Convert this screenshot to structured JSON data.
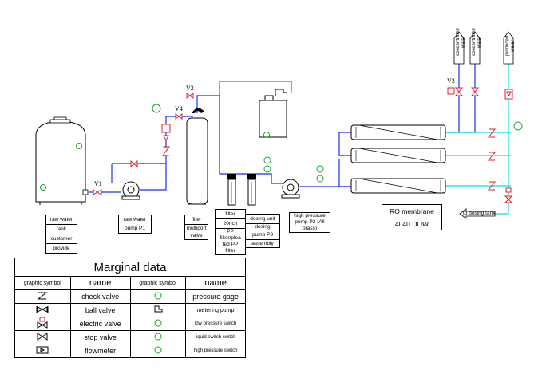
{
  "equipment": {
    "raw_water_tank": [
      "raw water",
      "tank",
      "customer",
      "provide"
    ],
    "raw_water_pump": [
      "raw water",
      "pump P1"
    ],
    "filter": [
      "filter",
      "multiport",
      "valve"
    ],
    "pp_filter": [
      "filter",
      "20nch",
      "PP",
      "filter/plea",
      "ted PP",
      "filter"
    ],
    "dosing": [
      "dosing unit",
      "dosing",
      "pump P3",
      "assembly"
    ],
    "hp_pump": [
      "high pressure",
      "pump P2 (All",
      "brass)"
    ],
    "ro_membrane": [
      "RO membrane",
      "4040 DOW"
    ]
  },
  "valve_labels": {
    "v1": "V1",
    "v2": "V2",
    "v3": "V3",
    "v4": "V4"
  },
  "outlets": {
    "concentrated_1": [
      "concentrated",
      "water"
    ],
    "concentrated_2": [
      "concentrated",
      "water"
    ],
    "produced": [
      "produced",
      "water"
    ],
    "to_dosing_tank": "to dosing tank"
  },
  "legend": {
    "title": "Marginal data",
    "col_symbol": "graphic symbol",
    "col_name": "name",
    "left": [
      "check valve",
      "ball valve",
      "electric valve",
      "stop valve",
      "flowmeter"
    ],
    "right": [
      "pressure gage",
      "metering pump",
      "low pressure switch",
      "liquid switch switch",
      "high pressure switch"
    ]
  },
  "colors": {
    "pipe_blue": "#1a2ef0",
    "pipe_cyan": "#18d8e8",
    "pipe_brown": "#9b5b3a",
    "valve_red": "#e0202a",
    "switch_green": "#1aa62a"
  }
}
